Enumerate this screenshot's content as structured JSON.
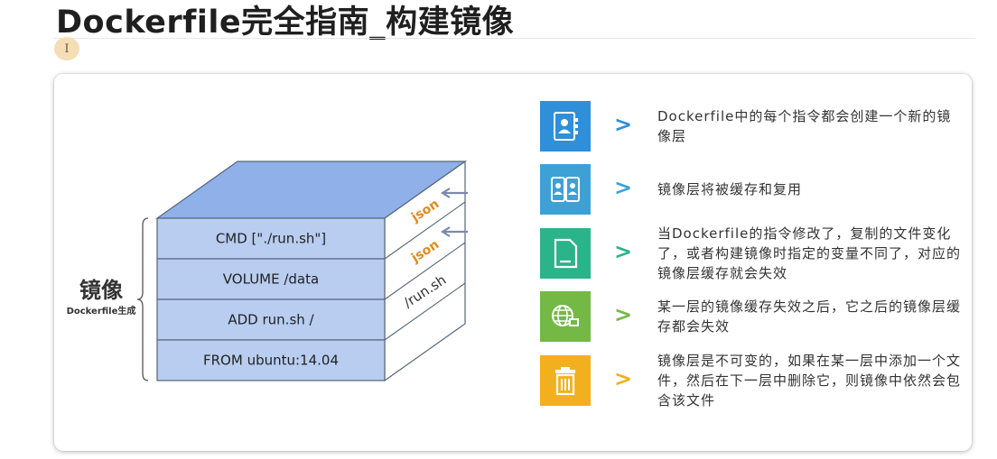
{
  "page": {
    "title": "Dockerfile完全指南_构建镜像"
  },
  "diagram": {
    "label_main": "镜像",
    "label_sub": "Dockerfile生成",
    "layers": [
      "CMD [\"./run.sh\"]",
      "VOLUME /data",
      "ADD run.sh /",
      "FROM ubuntu:14.04"
    ],
    "side_labels": [
      "json",
      "json",
      "/run.sh"
    ],
    "colors": {
      "layer_fill": "#b8cdf0",
      "top_face": "#8fb0e8",
      "edge": "#556677",
      "side_label": "#e08a1e",
      "pointer_arrow": "#7a8aaa"
    }
  },
  "features": [
    {
      "icon": "contact-card-icon",
      "color": "#2f8fd8",
      "arrow": ">",
      "arrow_color": "#2f8fd8",
      "text": "Dockerfile中的每个指令都会创建一个新的镜像层"
    },
    {
      "icon": "two-profiles-icon",
      "color": "#3ea1d6",
      "arrow": ">",
      "arrow_color": "#3ea1d6",
      "text": "镜像层将被缓存和复用"
    },
    {
      "icon": "document-icon",
      "color": "#2bb389",
      "arrow": ">",
      "arrow_color": "#2bb389",
      "text": "当Dockerfile的指令修改了，复制的文件变化了，或者构建镜像时指定的变量不同了，对应的镜像层缓存就会失效"
    },
    {
      "icon": "globe-network-icon",
      "color": "#74b845",
      "arrow": ">",
      "arrow_color": "#74b845",
      "text": "某一层的镜像缓存失效之后，它之后的镜像层缓存都会失效"
    },
    {
      "icon": "trash-icon",
      "color": "#f2b01e",
      "arrow": ">",
      "arrow_color": "#f2b01e",
      "text": "镜像层是不可变的，如果在某一层中添加一个文件，然后在下一层中删除它，则镜像中依然会包含该文件"
    }
  ]
}
